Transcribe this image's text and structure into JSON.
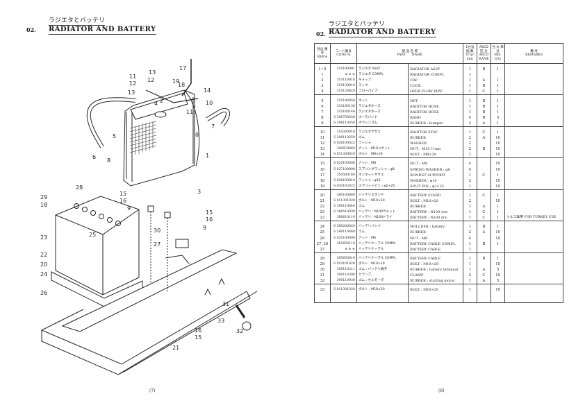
{
  "left_page": {
    "section_number": "02.",
    "title_jp": "ラジエタとバッテリ",
    "title_en": "RADIATOR AND BATTERY",
    "page_number": "(7)",
    "callouts": [
      "1",
      "2",
      "3",
      "4",
      "5",
      "6",
      "7",
      "8",
      "8",
      "9",
      "9",
      "10",
      "11",
      "11",
      "12",
      "12",
      "13",
      "13",
      "14",
      "15",
      "15",
      "15",
      "16",
      "16",
      "16",
      "17",
      "18",
      "18",
      "19",
      "20",
      "21",
      "22",
      "23",
      "24",
      "25",
      "26",
      "27",
      "28",
      "29",
      "30",
      "31",
      "32",
      "33"
    ]
  },
  "right_page": {
    "section_number": "02.",
    "title_jp": "ラジエタとバッテリ",
    "title_en": "RADIATOR AND BATTERY",
    "page_number": "(8)",
    "table": {
      "headers": {
        "ref_jp": "見出 番号",
        "ref_en": "REF№",
        "code_jp": "コード番号",
        "code_en": "CODE №",
        "name_jp": "部 品 名 称",
        "part": "PART",
        "name": "NAME",
        "qty_jp": "1台当 個 数",
        "qty_en": "Q'ty/ unit",
        "rank_jp": "ABCD 区 分",
        "rank_en": "ABCD RANK",
        "min_jp": "注 文 単 位",
        "min_en": "Min. Q'ty",
        "remarks_jp": "備 考",
        "remarks_en": "REMARKS"
      },
      "groups": [
        [
          {
            "ref": "1~5",
            "code": "310100091",
            "jp": "ラジエタ ASSY",
            "en": "RADIATOR ASSY",
            "qty": "1",
            "rank": "B",
            "min": "1",
            "remarks": ""
          },
          {
            "ref": "1",
            "code": "※ ※ ※",
            "jp": "ラジエタ COMPL",
            "en": "RADIATOR COMPL",
            "qty": "1",
            "rank": "",
            "min": "",
            "remarks": ""
          },
          {
            "ref": "2",
            "code": "310110010",
            "jp": "キャップ",
            "en": "CAP",
            "qty": "1",
            "rank": "A",
            "min": "1",
            "remarks": ""
          },
          {
            "ref": "3",
            "code": "310130010",
            "jp": "コック",
            "en": "COCK",
            "qty": "1",
            "rank": "B",
            "min": "1",
            "remarks": ""
          },
          {
            "ref": "4",
            "code": "310120020",
            "jp": "フローパイプ",
            "en": "OVER FLOW PIPE",
            "qty": "1",
            "rank": "C",
            "min": "1",
            "remarks": ""
          }
        ],
        [
          {
            "ref": "5",
            "code": "310140050",
            "jp": "ネット",
            "en": "NET",
            "qty": "1",
            "rank": "B",
            "min": "1",
            "remarks": ""
          },
          {
            "ref": "6",
            "code": "310160130",
            "jp": "ラジエタホース",
            "en": "RADITOR HOSE",
            "qty": "1",
            "rank": "B",
            "min": "1",
            "remarks": ""
          },
          {
            "ref": "7",
            "code": "310160140",
            "jp": "ラジエタホース",
            "en": "RADITOR HOSE",
            "qty": "1",
            "rank": "B",
            "min": "1",
            "remarks": ""
          },
          {
            "ref": "8",
            "code": "S 398750030",
            "jp": "ホースバンド",
            "en": "BAND",
            "qty": "4",
            "rank": "B",
            "min": "5",
            "remarks": ""
          },
          {
            "ref": "9",
            "code": "S 398110050",
            "jp": "ボウシンゴム",
            "en": "RUBBER : bumper",
            "qty": "2",
            "rank": "A",
            "min": "1",
            "remarks": ""
          }
        ],
        [
          {
            "ref": "10",
            "code": "310300010",
            "jp": "ラジエタササエ",
            "en": "RADITOR STAY",
            "qty": "1",
            "rank": "C",
            "min": "1",
            "remarks": ""
          },
          {
            "ref": "11",
            "code": "S 398110250",
            "jp": "ゴム",
            "en": "RUBBER",
            "qty": "2",
            "rank": "A",
            "min": "10",
            "remarks": ""
          },
          {
            "ref": "12",
            "code": "S 026100023",
            "jp": "ワッシャ",
            "en": "WASHER",
            "qty": "2",
            "rank": "",
            "min": "10",
            "remarks": ""
          },
          {
            "ref": "13",
            "code": "399870060",
            "jp": "ナット : M10 Uナット",
            "en": "NUT : M10  U-nut",
            "qty": "2",
            "rank": "B",
            "min": "10",
            "remarks": ""
          },
          {
            "ref": "14",
            "code": "S 011300820",
            "jp": "ボルト : M8×20",
            "en": "BOLT : M8×20",
            "qty": "1",
            "rank": "",
            "min": "10",
            "remarks": ""
          }
        ],
        [
          {
            "ref": "15",
            "code": "S 020100008",
            "jp": "ナット : M8",
            "en": "NUT : M8",
            "qty": "4",
            "rank": "",
            "min": "10",
            "remarks": ""
          },
          {
            "ref": "16",
            "code": "S 027100008",
            "jp": "スプリングワッシャ ; φ8",
            "en": "SPRING WASHER : φ8",
            "qty": "4",
            "rank": "",
            "min": "10",
            "remarks": ""
          },
          {
            "ref": "17",
            "code": "350500160",
            "jp": "ボンネットササエ",
            "en": "BONNET SUPPORT",
            "qty": "1",
            "rank": "C",
            "min": "1",
            "remarks": ""
          },
          {
            "ref": "18",
            "code": "S 026100010",
            "jp": "ワッシャ ; φ10",
            "en": "WASHER ; φ10",
            "qty": "2",
            "rank": "",
            "min": "10",
            "remarks": ""
          },
          {
            "ref": "19",
            "code": "S 030102025",
            "jp": "スプリットピン ; φ2×25",
            "en": "SPLIT PIN ; φ2×25",
            "qty": "1",
            "rank": "",
            "min": "10",
            "remarks": ""
          }
        ],
        [
          {
            "ref": "20",
            "code": "380100060",
            "jp": "バッテリスタンド",
            "en": "BATTERY STAND",
            "qty": "1",
            "rank": "C",
            "min": "1",
            "remarks": ""
          },
          {
            "ref": "21",
            "code": "S 011301020",
            "jp": "ボルト : M10×20",
            "en": "BOLT : M10×20",
            "qty": "2",
            "rank": "",
            "min": "10",
            "remarks": ""
          },
          {
            "ref": "22",
            "code": "S 398110640",
            "jp": "ゴム",
            "en": "RUBBER",
            "qty": "1",
            "rank": "A",
            "min": "1",
            "remarks": ""
          },
          {
            "ref": "23",
            "code": "S 388510030",
            "jp": "バッテリ : N100ウェット",
            "en": "BATTERY : N100 wet",
            "qty": "1",
            "rank": "C",
            "min": "1",
            "remarks": ""
          },
          {
            "ref": "23",
            "code": "388610110",
            "jp": "バッテリ : N100ドライ",
            "en": "BATTERY : N100 dry",
            "qty": "1",
            "rank": "C",
            "min": "1",
            "remarks": "トルコ専用 FOR TURKEY USE"
          }
        ],
        [
          {
            "ref": "24",
            "code": "S 389200020",
            "jp": "バッテリバンド",
            "en": "HOLLDER ; battery",
            "qty": "1",
            "rank": "B",
            "min": "1",
            "remarks": ""
          },
          {
            "ref": "25",
            "code": "S 398110660",
            "jp": "ゴム",
            "en": "RUBBER",
            "qty": "2",
            "rank": "A",
            "min": "10",
            "remarks": ""
          },
          {
            "ref": "26",
            "code": "S 020100006",
            "jp": "ナット : M6",
            "en": "NUT : M6",
            "qty": "4",
            "rank": "",
            "min": "10",
            "remarks": ""
          },
          {
            "ref": "27, 30",
            "code": "385650110",
            "jp": "バッテリケーブル COMPL",
            "en": "BATTERY CABLE COMPL",
            "qty": "1",
            "rank": "B",
            "min": "1",
            "remarks": ""
          },
          {
            "ref": "27",
            "code": "※ ※ ※",
            "jp": "バッテリケーブル",
            "en": "BATTERY CABLE",
            "qty": "1",
            "rank": "",
            "min": "",
            "remarks": ""
          }
        ],
        [
          {
            "ref": "28",
            "code": "385650010",
            "jp": "バッテリケーブル COMPL",
            "en": "BATTERY CABLE",
            "qty": "1",
            "rank": "B",
            "min": "1",
            "remarks": ""
          },
          {
            "ref": "29",
            "code": "S 010101020",
            "jp": "ボルト : M10×20",
            "en": "BOLT : M10×20",
            "qty": "1",
            "rank": "",
            "min": "10",
            "remarks": ""
          },
          {
            "ref": "30",
            "code": "398110211",
            "jp": "ゴム ; バッテリ端子",
            "en": "RUBBER : battery terminal",
            "qty": "1",
            "rank": "A",
            "min": "5",
            "remarks": ""
          },
          {
            "ref": "31",
            "code": "399110300",
            "jp": "クランプ",
            "en": "CLAMP",
            "qty": "2",
            "rank": "C",
            "min": "10",
            "remarks": ""
          },
          {
            "ref": "32",
            "code": "398110930",
            "jp": "ゴム ; セルモータ",
            "en": "RUBBER ; starting motor",
            "qty": "1",
            "rank": "A",
            "min": "5",
            "remarks": ""
          }
        ],
        [
          {
            "ref": "33",
            "code": "S 011301020",
            "jp": "ボルト : M10×20",
            "en": "BOLT : M10×20",
            "qty": "1",
            "rank": "",
            "min": "10",
            "remarks": ""
          }
        ]
      ]
    }
  }
}
